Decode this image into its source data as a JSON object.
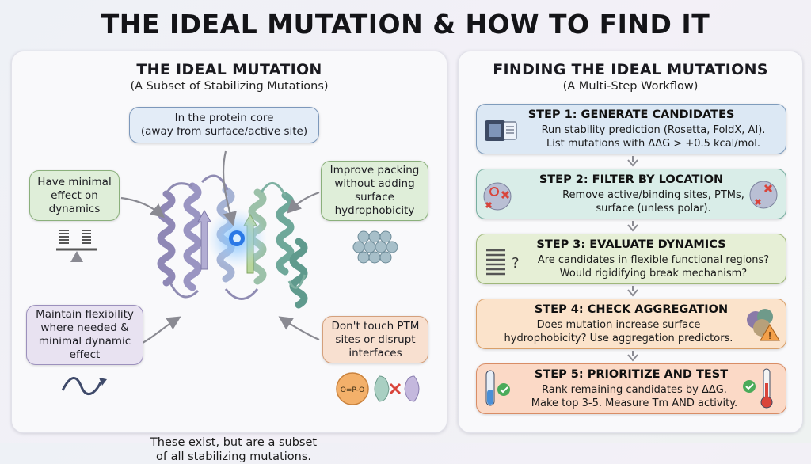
{
  "title": "THE IDEAL MUTATION & HOW TO FIND IT",
  "left": {
    "title": "THE IDEAL MUTATION",
    "subtitle": "(A Subset of Stabilizing Mutations)",
    "bubbles": {
      "core": [
        "In the protein core",
        "(away from surface/active site)"
      ],
      "dynamics": [
        "Have minimal",
        "effect on",
        "dynamics"
      ],
      "packing": [
        "Improve packing",
        "without adding",
        "surface",
        "hydrophobicity"
      ],
      "flexibility": [
        "Maintain flexibility",
        "where needed &",
        "minimal dynamic",
        "effect"
      ],
      "ptm": [
        "Don't touch PTM",
        "sites or disrupt",
        "interfaces"
      ]
    },
    "footnote": [
      "These exist, but are a subset",
      "of all stabilizing mutations."
    ]
  },
  "right": {
    "title": "FINDING THE IDEAL MUTATIONS",
    "subtitle": "(A Multi-Step Workflow)",
    "steps": [
      {
        "title": "STEP 1: GENERATE CANDIDATES",
        "lines": [
          "Run stability prediction (Rosetta, FoldX, AI).",
          "List mutations with ΔΔG > +0.5 kcal/mol."
        ],
        "color": "#dce8f4",
        "border": "#7f9cbc"
      },
      {
        "title": "STEP 2: FILTER BY LOCATION",
        "lines": [
          "Remove active/binding sites, PTMs,",
          "surface (unless polar)."
        ],
        "color": "#d9ede8",
        "border": "#78aea0"
      },
      {
        "title": "STEP 3: EVALUATE DYNAMICS",
        "lines": [
          "Are candidates in flexible functional regions?",
          "Would rigidifying break mechanism?"
        ],
        "color": "#e6efd6",
        "border": "#9fb77a"
      },
      {
        "title": "STEP 4: CHECK AGGREGATION",
        "lines": [
          "Does mutation increase surface",
          "hydrophobicity? Use aggregation predictors."
        ],
        "color": "#fbe3cb",
        "border": "#d9a06a"
      },
      {
        "title": "STEP 5: PRIORITIZE AND TEST",
        "lines": [
          "Rank remaining candidates by ΔΔG.",
          "Make top 3-5. Measure Tm AND activity."
        ],
        "color": "#fbd9c6",
        "border": "#d98d66"
      }
    ]
  },
  "icons": {
    "phosphate": "O=P-O",
    "core-glow": "star-icon"
  }
}
